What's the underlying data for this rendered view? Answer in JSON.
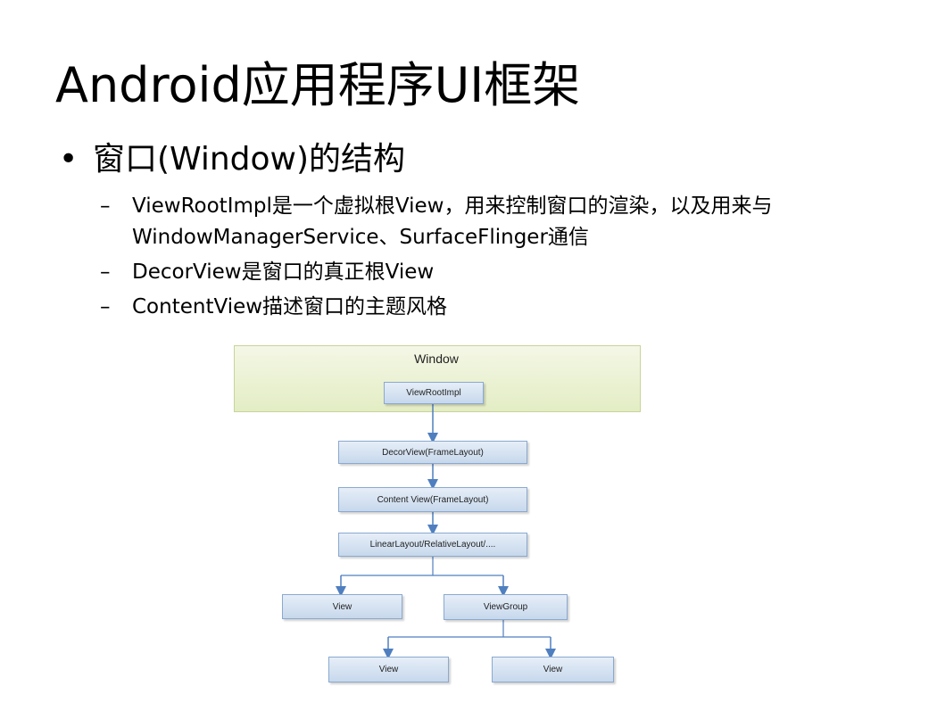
{
  "slide": {
    "title": "Android应用程序UI框架",
    "bullet": "窗口(Window)的结构",
    "bullet_marker": "•",
    "sub_marker": "–",
    "sub_bullets": [
      "ViewRootImpl是一个虚拟根View，用来控制窗口的渲染，以及用来与WindowManagerService、SurfaceFlinger通信",
      "DecorView是窗口的真正根View",
      "ContentView描述窗口的主题风格"
    ]
  },
  "diagram": {
    "window_label": "Window",
    "nodes": {
      "viewrootimpl": "ViewRootImpl",
      "decorview": "DecorView(FrameLayout)",
      "contentview": "Content View(FrameLayout)",
      "layout": "LinearLayout/RelativeLayout/....",
      "view_left": "View",
      "viewgroup": "ViewGroup",
      "view_child_left": "View",
      "view_child_right": "View"
    },
    "colors": {
      "window_fill": "#e3edc4",
      "node_fill": "#c7d8ec",
      "node_border": "#8aa9cf",
      "connector": "#4f7fbf"
    }
  }
}
